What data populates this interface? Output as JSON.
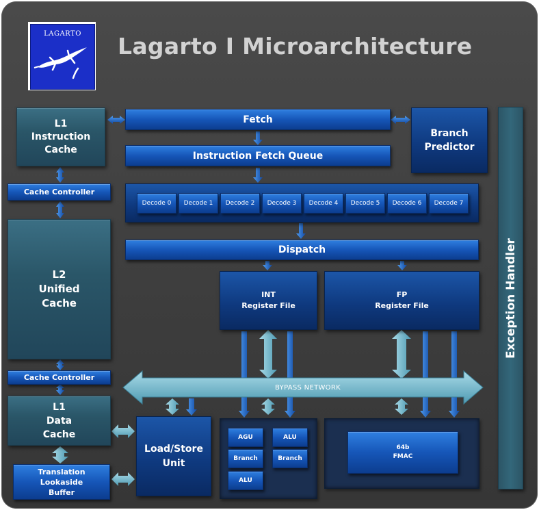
{
  "logo": {
    "text": "LAGARTO"
  },
  "title": "Lagarto I Microarchitecture",
  "blocks": {
    "l1_instruction_cache": "L1\nInstruction\nCache",
    "fetch": "Fetch",
    "branch_predictor": "Branch\nPredictor",
    "instruction_fetch_queue": "Instruction Fetch Queue",
    "cache_controller_top": "Cache Controller",
    "l2_unified_cache": "L2\nUnified\nCache",
    "cache_controller_bottom": "Cache Controller",
    "l1_data_cache": "L1\nData\nCache",
    "tlb": "Translation\nLookaside\nBuffer",
    "dispatch": "Dispatch",
    "int_register_file": "INT\nRegister File",
    "fp_register_file": "FP\nRegister File",
    "bypass_network": "BYPASS NETWORK",
    "load_store_unit": "Load/Store\nUnit",
    "exception_handler": "Exception Handler"
  },
  "decoders": [
    "Decode 0",
    "Decode 1",
    "Decode 2",
    "Decode 3",
    "Decode 4",
    "Decode 5",
    "Decode 6",
    "Decode 7"
  ],
  "int_units": {
    "agu": "AGU",
    "alu_1": "ALU",
    "branch_1": "Branch",
    "branch_2": "Branch",
    "alu_2": "ALU"
  },
  "fp_units": {
    "fmac": "64b\nFMAC"
  },
  "colors": {
    "background": "#3d3d3d",
    "block_blue": "#1656b8",
    "block_teal": "#2a5668",
    "arrow_blue": "#1f5fc0",
    "arrow_teal": "#6fb3c8",
    "title_gray": "#d2d2d2"
  }
}
